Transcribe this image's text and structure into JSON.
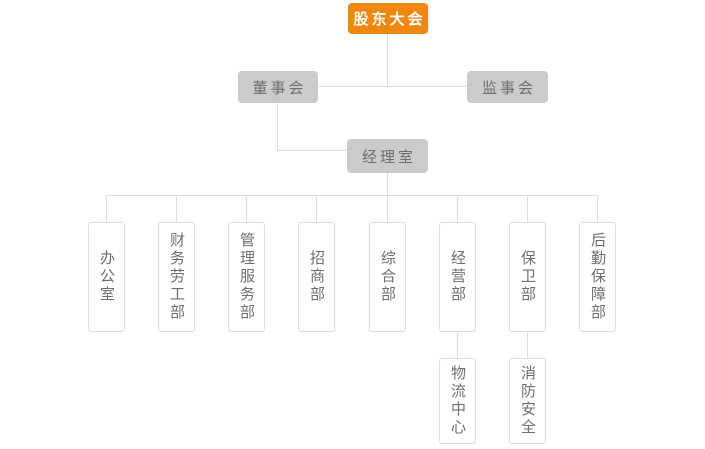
{
  "org": {
    "root": {
      "label": "股东大会"
    },
    "board": {
      "label": "董事会"
    },
    "supervisory": {
      "label": "监事会"
    },
    "manager_office": {
      "label": "经理室"
    },
    "departments": [
      {
        "label": "办公室"
      },
      {
        "label": "财务劳工部"
      },
      {
        "label": "管理服务部"
      },
      {
        "label": "招商部"
      },
      {
        "label": "综合部"
      },
      {
        "label": "经营部"
      },
      {
        "label": "保卫部"
      },
      {
        "label": "后勤保障部"
      }
    ],
    "sub_departments": [
      {
        "label": "物流中心",
        "parent": "经营部"
      },
      {
        "label": "消防安全",
        "parent": "保卫部"
      }
    ]
  },
  "colors": {
    "background": "#FFFFFF",
    "root_bg": "#F0880F",
    "root_text": "#FFFFFF",
    "node_bg": "#CBCBCB",
    "node_text": "#6E6E6E",
    "leaf_bg": "#FFFFFF",
    "leaf_border": "#DDDDDD",
    "leaf_text": "#6E6E6E",
    "connector_line": "#DDDDDD"
  }
}
